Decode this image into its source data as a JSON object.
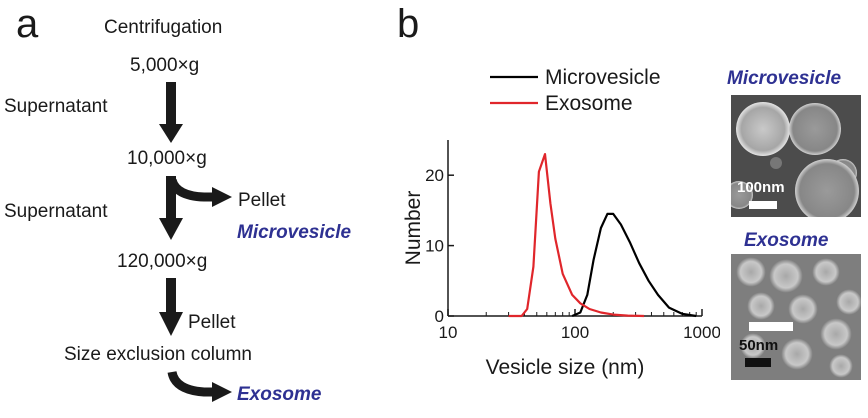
{
  "panel_a": {
    "letter": "a",
    "steps": {
      "centrifugation": "Centrifugation",
      "g1": "5,000×g",
      "supernatant1": "Supernatant",
      "g2": "10,000×g",
      "pellet1": "Pellet",
      "microvesicle": "Microvesicle",
      "supernatant2": "Supernatant",
      "g3": "120,000×g",
      "pellet2": "Pellet",
      "sec": "Size exclusion column",
      "exosome": "Exosome"
    }
  },
  "panel_b": {
    "letter": "b",
    "micrographs": {
      "microvesicle_title": "Microvesicle",
      "microvesicle_scale": "100nm",
      "exosome_title": "Exosome",
      "exosome_scale": "50nm"
    }
  },
  "chart_data": {
    "type": "line",
    "title": "",
    "xlabel": "Vesicle size (nm)",
    "ylabel": "Number",
    "xscale": "log",
    "xlim": [
      10,
      1000
    ],
    "ylim": [
      0,
      25
    ],
    "x_ticks": [
      10,
      100,
      1000
    ],
    "x_tick_labels": [
      "10",
      "100",
      "1000"
    ],
    "y_ticks": [
      0,
      10,
      20
    ],
    "y_tick_labels": [
      "0",
      "10",
      "20"
    ],
    "legend_position": "top-left",
    "series": [
      {
        "name": "Microvesicle",
        "color": "#000000",
        "x": [
          95,
          110,
          125,
          140,
          160,
          180,
          200,
          230,
          270,
          320,
          380,
          450,
          550,
          700,
          900
        ],
        "y": [
          0,
          0.5,
          3,
          8,
          12.5,
          14.5,
          14.5,
          13,
          10.5,
          7.5,
          5,
          3,
          1.2,
          0.3,
          0
        ]
      },
      {
        "name": "Exosome",
        "color": "#e0262b",
        "x": [
          30,
          38,
          42,
          47,
          52,
          58,
          64,
          70,
          80,
          95,
          110,
          130,
          160,
          200,
          260,
          350
        ],
        "y": [
          0,
          0,
          1,
          7,
          20.5,
          23,
          16,
          11,
          6,
          3,
          1.8,
          1.0,
          0.5,
          0.2,
          0.05,
          0
        ]
      }
    ]
  },
  "colors": {
    "product_text": "#2e3192",
    "exosome_line": "#e0262b",
    "microvesicle_line": "#000000"
  }
}
